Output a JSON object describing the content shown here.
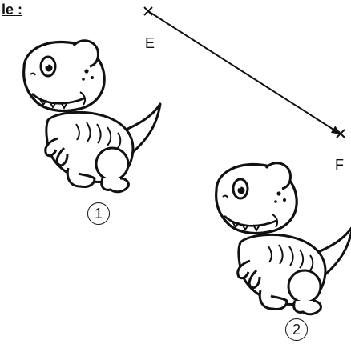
{
  "heading": "le :",
  "points": {
    "start": "E",
    "end": "F"
  },
  "figures": [
    {
      "number": "1"
    },
    {
      "number": "2"
    }
  ],
  "colors": {
    "ink": "#111111",
    "background": "#ffffff"
  }
}
